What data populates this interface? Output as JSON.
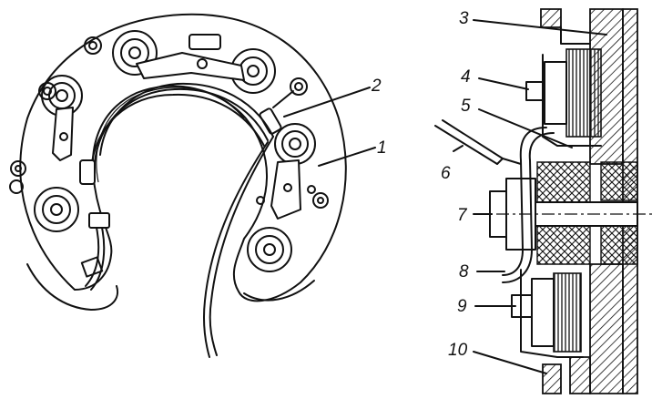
{
  "figure": {
    "left_view": {
      "callouts": [
        {
          "id": "1",
          "text": "1"
        },
        {
          "id": "2",
          "text": "2"
        }
      ]
    },
    "right_view": {
      "callouts": [
        {
          "id": "3",
          "text": "3"
        },
        {
          "id": "4",
          "text": "4"
        },
        {
          "id": "5",
          "text": "5"
        },
        {
          "id": "6",
          "text": "6"
        },
        {
          "id": "7",
          "text": "7"
        },
        {
          "id": "8",
          "text": "8"
        },
        {
          "id": "9",
          "text": "9"
        },
        {
          "id": "10",
          "text": "10"
        }
      ]
    }
  }
}
